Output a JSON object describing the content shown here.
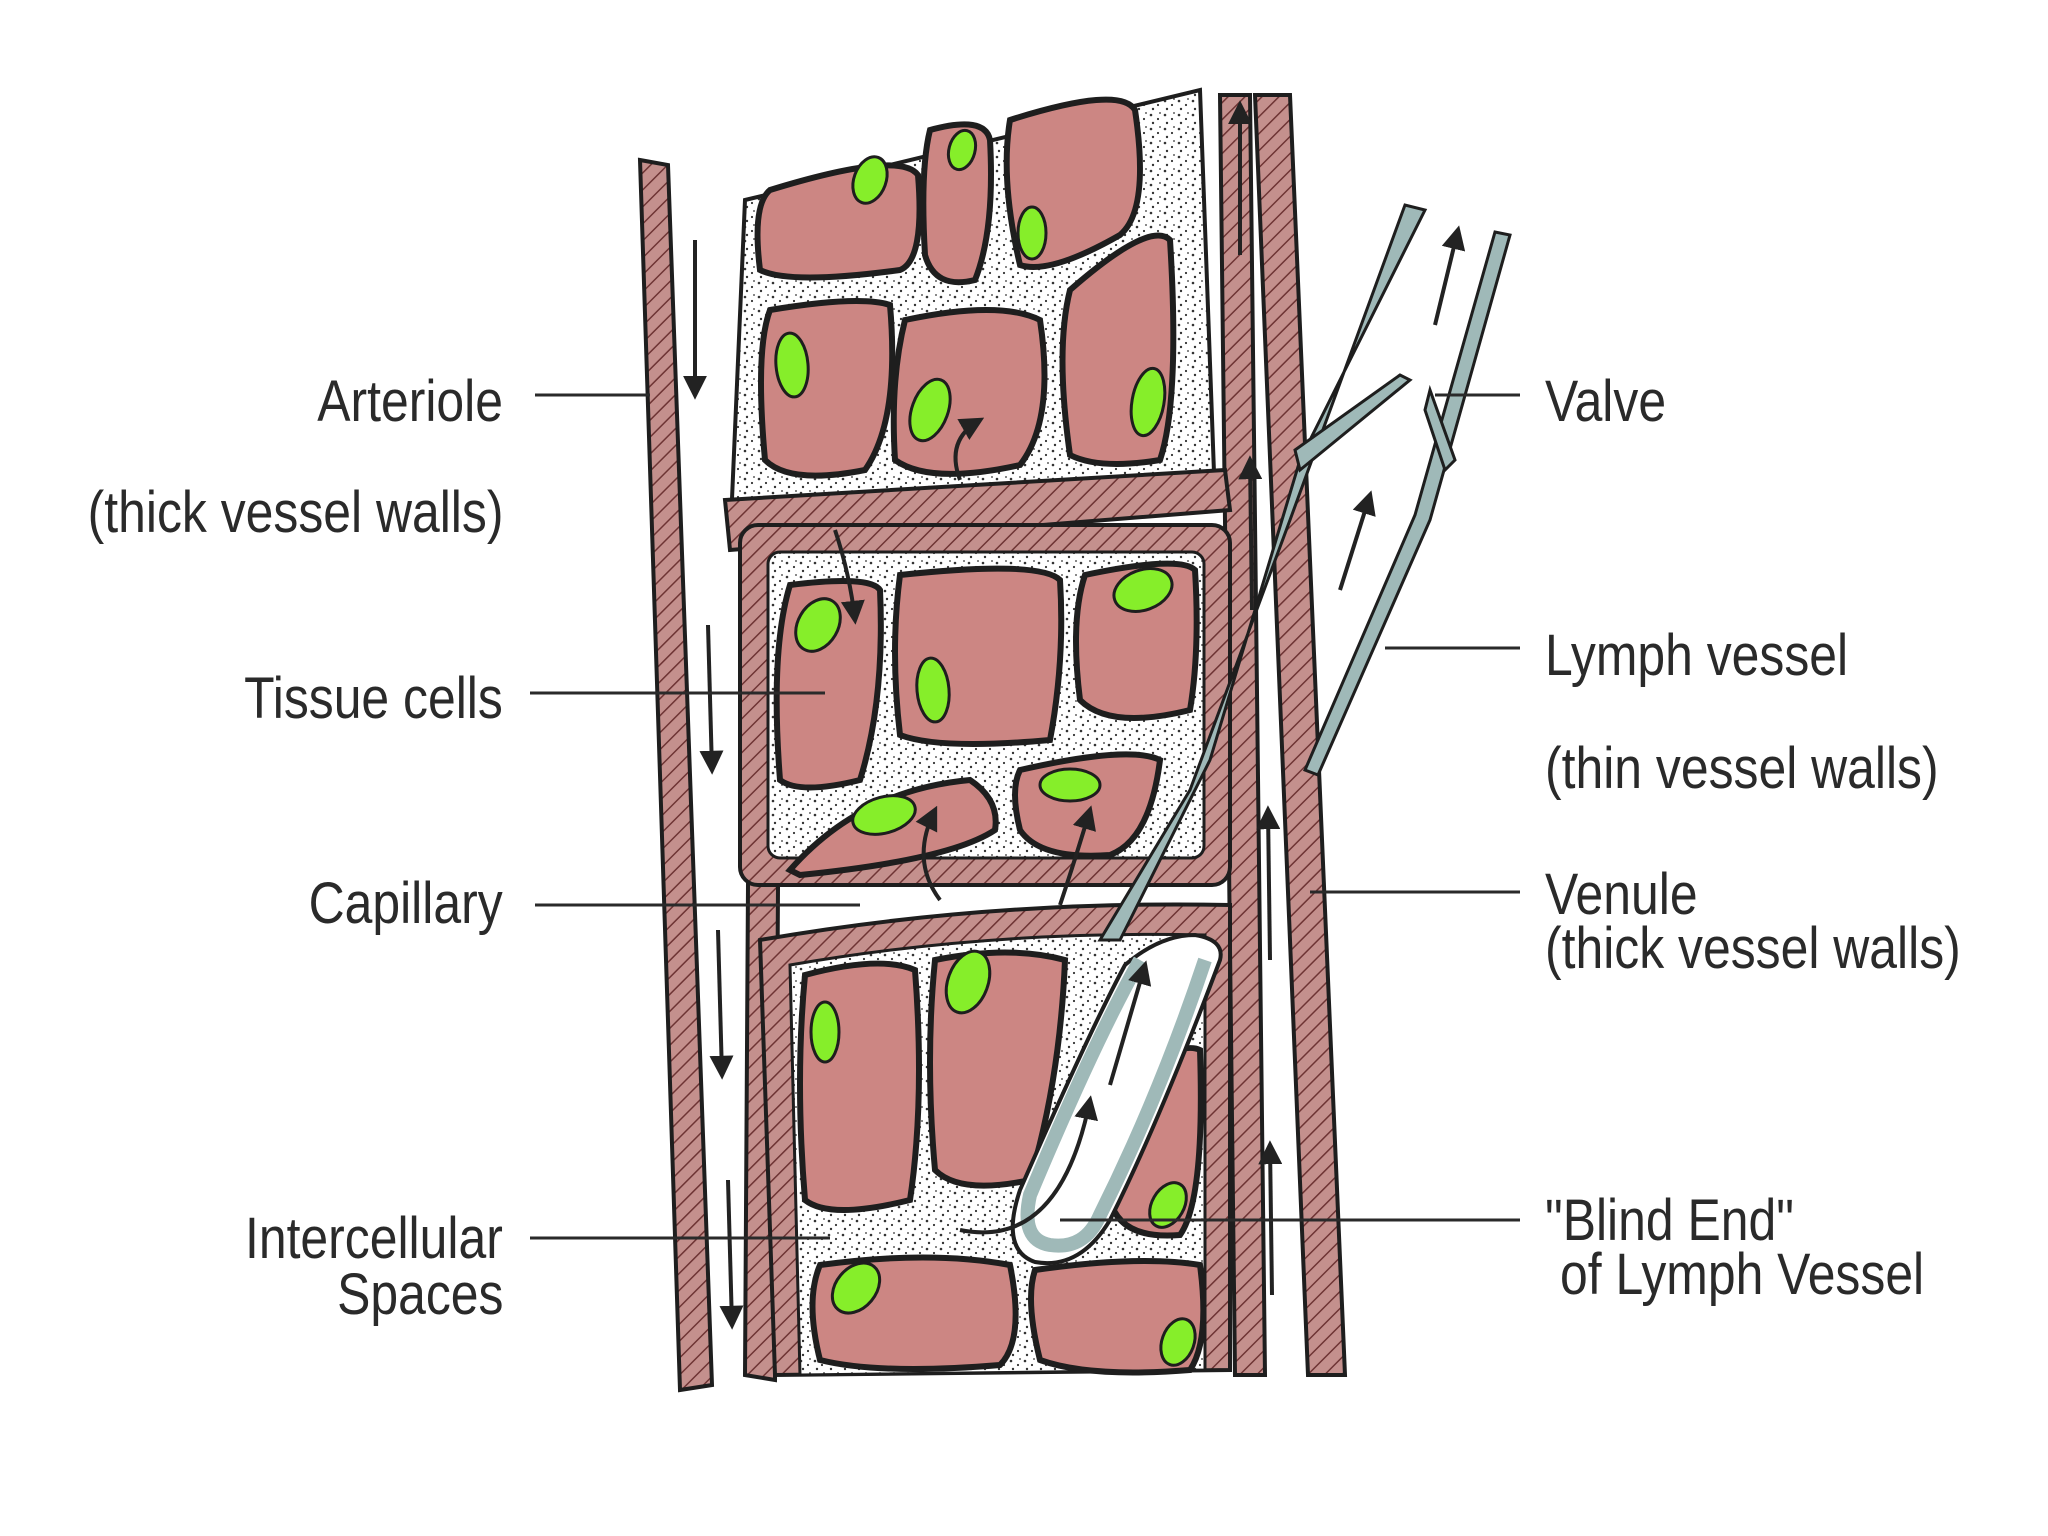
{
  "labels": {
    "arteriole": "Arteriole",
    "arteriole_note": "(thick vessel walls)",
    "tissue_cells": "Tissue cells",
    "capillary": "Capillary",
    "intercellular_1": "Intercellular",
    "intercellular_2": "Spaces",
    "valve": "Valve",
    "lymph_vessel": "Lymph vessel",
    "lymph_note": "(thin vessel walls)",
    "venule": "Venule",
    "venule_note": "(thick vessel walls)",
    "blind_end_1": "\"Blind End\"",
    "blind_end_2": "of Lymph Vessel"
  },
  "colors": {
    "wall": "#b97b78",
    "cell": "#cc8683",
    "nucleus": "#86ee2a",
    "lymph": "#9fb9b8",
    "outline": "#1e1e1e",
    "text": "#2a2a2a"
  }
}
